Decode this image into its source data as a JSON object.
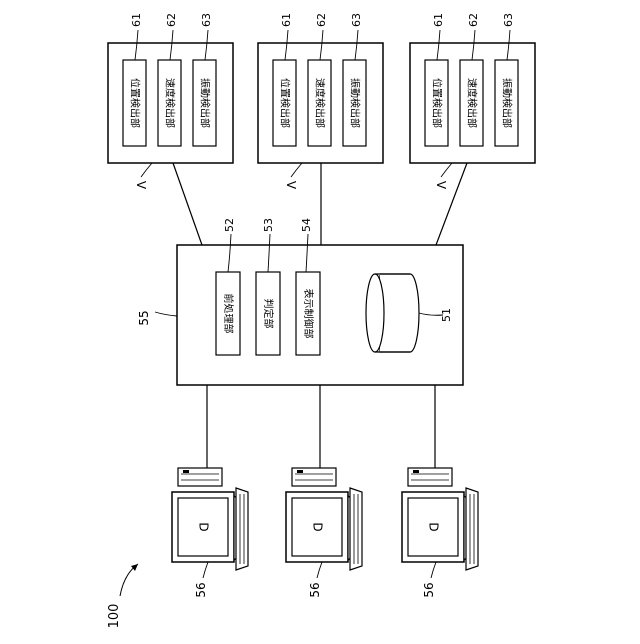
{
  "figure_label": "100",
  "server": {
    "ref": "55",
    "modules": [
      {
        "ref": "52",
        "label": "前処理部"
      },
      {
        "ref": "53",
        "label": "判定部"
      },
      {
        "ref": "54",
        "label": "表示制御部"
      }
    ],
    "storage_ref": "51"
  },
  "vehicles": [
    {
      "tag": "V",
      "modules": [
        {
          "ref": "61",
          "label": "位置検出部"
        },
        {
          "ref": "62",
          "label": "速度検出部"
        },
        {
          "ref": "63",
          "label": "振動検出部"
        }
      ]
    },
    {
      "tag": "V",
      "modules": [
        {
          "ref": "61",
          "label": "位置検出部"
        },
        {
          "ref": "62",
          "label": "速度検出部"
        },
        {
          "ref": "63",
          "label": "振動検出部"
        }
      ]
    },
    {
      "tag": "V",
      "modules": [
        {
          "ref": "61",
          "label": "位置検出部"
        },
        {
          "ref": "62",
          "label": "速度検出部"
        },
        {
          "ref": "63",
          "label": "振動検出部"
        }
      ]
    }
  ],
  "terminals": [
    {
      "ref": "56",
      "screen": "D"
    },
    {
      "ref": "56",
      "screen": "D"
    },
    {
      "ref": "56",
      "screen": "D"
    }
  ]
}
